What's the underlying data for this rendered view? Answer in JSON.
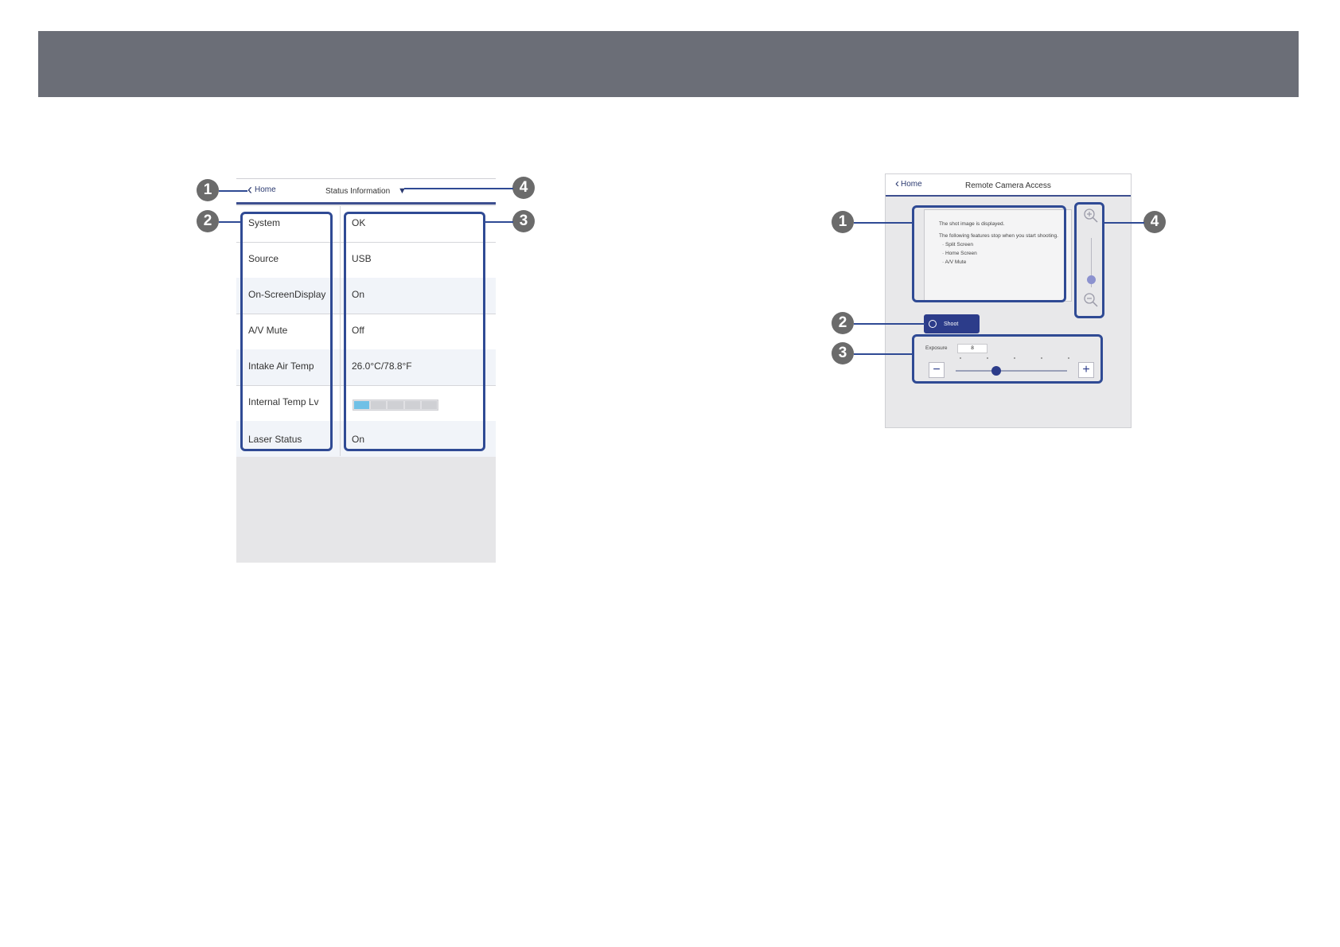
{
  "status_screen": {
    "back_label": "Home",
    "title": "Status Information",
    "rows": [
      {
        "label": "System",
        "value": "OK"
      },
      {
        "label": "Source",
        "value": "USB"
      },
      {
        "label": "On-ScreenDisplay",
        "value": "On"
      },
      {
        "label": "A/V Mute",
        "value": "Off"
      },
      {
        "label": "Intake Air Temp",
        "value": "26.0°C/78.8°F"
      },
      {
        "label": "Internal Temp Lv",
        "value": ""
      },
      {
        "label": "Laser Status",
        "value": "On"
      }
    ],
    "internal_temp_level": {
      "filled": 1,
      "total": 5
    }
  },
  "camera_screen": {
    "back_label": "Home",
    "title": "Remote Camera Access",
    "preview_lines": [
      "The shot image is displayed.",
      "The following features stop when you start shooting.",
      "·  Split Screen",
      "·  Home Screen",
      "·  A/V Mute"
    ],
    "shoot_label": "Shoot",
    "exposure_label": "Exposure",
    "exposure_value": "8",
    "zoom_level": 0.15
  },
  "callouts_left": [
    "1",
    "2",
    "3",
    "4"
  ],
  "callouts_right": [
    "1",
    "2",
    "3",
    "4"
  ],
  "colors": {
    "header": "#6b6e77",
    "accent": "#2f4a94",
    "button": "#2c3c8a",
    "temp_fill": "#6fc0e6"
  }
}
